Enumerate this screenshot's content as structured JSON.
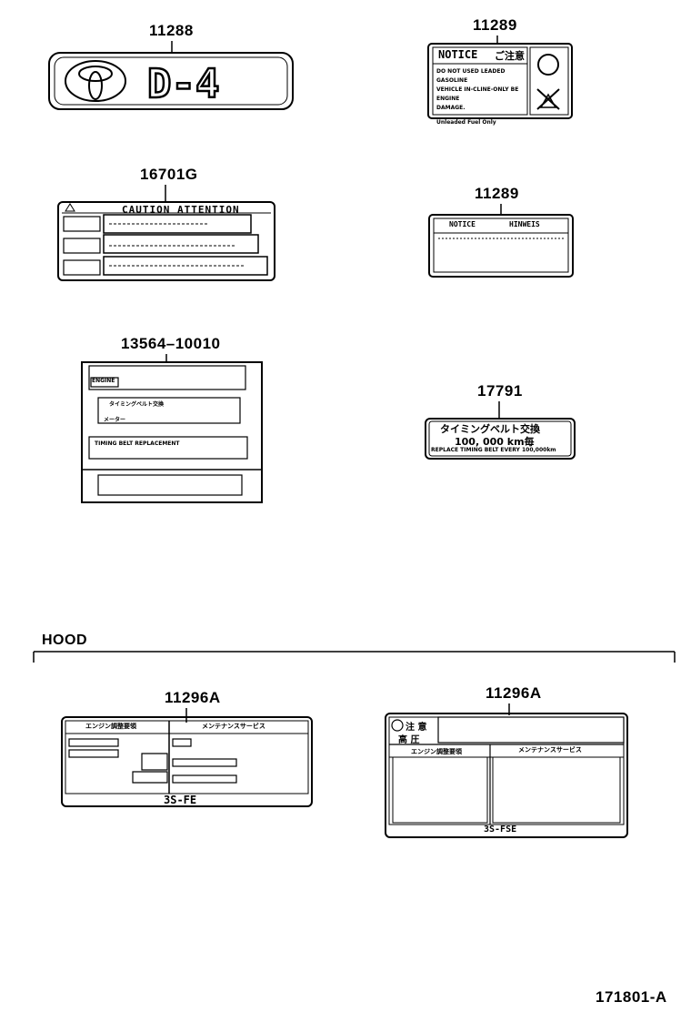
{
  "parts": {
    "p11288": {
      "number": "11288",
      "logo_text": "D-4"
    },
    "p11289a": {
      "number": "11289",
      "notice": "NOTICE",
      "jp": "ご注意",
      "lines": [
        "DO NOT USED LEADED GASOLINE",
        "VEHICLE IN-CLINE-ONLY BE ENGINE",
        "DAMAGE."
      ],
      "footer": "Unleaded Fuel Only"
    },
    "p16701g": {
      "number": "16701G",
      "header": "CAUTION  ATTENTION"
    },
    "p11289b": {
      "number": "11289",
      "notice": "NOTICE",
      "hinweis": "HINWEIS"
    },
    "p13564": {
      "number": "13564–10010",
      "row1": "ENGINE",
      "row2a": "タイミングベルト交換",
      "row2b": "メーター",
      "row3": "TIMING BELT REPLACEMENT"
    },
    "p17791": {
      "number": "17791",
      "line1": "タイミングベルト交換",
      "line2": "100, 000  km毎",
      "line3": "REPLACE TIMING BELT EVERY 100,000km"
    },
    "hood": {
      "label": "HOOD"
    },
    "p11296a_left": {
      "number": "11296A",
      "hdr_left": "エンジン調整要領",
      "hdr_right": "メンテナンスサービス",
      "footer": "3S-FE"
    },
    "p11296a_right": {
      "number": "11296A",
      "chui": "注 意",
      "koatsu": "高 圧",
      "col_left": "エンジン調整要領",
      "col_right": "メンテナンスサービス",
      "footer": "3S-FSE"
    },
    "ref_code": "171801-A"
  }
}
